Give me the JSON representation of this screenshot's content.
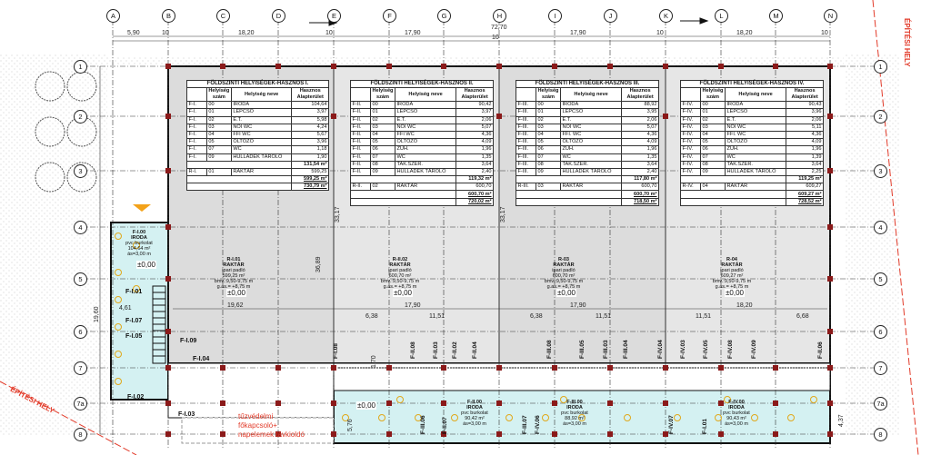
{
  "grid": {
    "columns": [
      "A",
      "B",
      "C",
      "D",
      "E",
      "F",
      "G",
      "H",
      "I",
      "J",
      "K",
      "L",
      "M",
      "N"
    ],
    "rows": [
      "1",
      "2",
      "3",
      "4",
      "5",
      "6",
      "7",
      "7a",
      "8"
    ]
  },
  "dimensions": {
    "top": [
      "5,90",
      "10",
      "18,20",
      "10",
      "17,90",
      "72,70",
      "10",
      "17,90",
      "10",
      "18,20",
      "10"
    ],
    "inner": [
      "19,62",
      "6,38",
      "11,51",
      "17,90",
      "6,38",
      "11,51",
      "17,90",
      "11,51",
      "18,20",
      "6,68",
      "4,61",
      "33,17",
      "36,89",
      "33,17",
      "19,60",
      "1,70",
      "5,76",
      "4,37"
    ]
  },
  "tables": [
    {
      "title": "FÖLDSZINTI HELYISÉGEK-HASZNOS I.",
      "h_num": "Helyiség szám",
      "h_name": "Helyiség neve",
      "h_area": "Hasznos Alapterület",
      "rows": [
        [
          "F-I.",
          "00",
          "IRODA",
          "104,64"
        ],
        [
          "F-I.",
          "01",
          "LÉPCSŐ",
          "3,97"
        ],
        [
          "F-I.",
          "02",
          "E.T.",
          "5,98"
        ],
        [
          "F-I.",
          "03",
          "NŐI WC",
          "4,24"
        ],
        [
          "F-I.",
          "04",
          "FFI WC",
          "5,67"
        ],
        [
          "F-I.",
          "05",
          "ÖLTÖZŐ",
          "3,96"
        ],
        [
          "F-I.",
          "07",
          "WC",
          "1,18"
        ],
        [
          "F-I.",
          "09",
          "HULLADÉK TÁROLÓ",
          "1,90"
        ]
      ],
      "office_subtotal": "131,54 m²",
      "storage": [
        "R-I.",
        "01",
        "RAKTÁR",
        "599,25"
      ],
      "storage_subtotal": "599,25 m²",
      "total": "730,79 m²"
    },
    {
      "title": "FÖLDSZINTI HELYISÉGEK-HASZNOS II.",
      "h_num": "Helyiség szám",
      "h_name": "Helyiség neve",
      "h_area": "Hasznos Alapterület",
      "rows": [
        [
          "F-II.",
          "00",
          "IRODA",
          "90,42"
        ],
        [
          "F-II.",
          "01",
          "LÉPCSŐ",
          "3,97"
        ],
        [
          "F-II.",
          "02",
          "E.T.",
          "2,06"
        ],
        [
          "F-II.",
          "03",
          "NŐI WC",
          "5,07"
        ],
        [
          "F-II.",
          "04",
          "FFI WC",
          "4,36"
        ],
        [
          "F-II.",
          "05",
          "ÖLTÖZŐ",
          "4,09"
        ],
        [
          "F-II.",
          "06",
          "ZUH.",
          "1,96"
        ],
        [
          "F-II.",
          "07",
          "WC",
          "1,35"
        ],
        [
          "F-II.",
          "08",
          "TAK.SZER.",
          "3,64"
        ],
        [
          "F-II.",
          "09",
          "HULLADÉK TÁROLÓ",
          "2,40"
        ]
      ],
      "office_subtotal": "119,32 m²",
      "storage": [
        "R-II.",
        "02",
        "RAKTÁR",
        "600,70"
      ],
      "storage_subtotal": "600,70 m²",
      "total": "720,02 m²"
    },
    {
      "title": "FÖLDSZINTI HELYISÉGEK-HASZNOS III.",
      "h_num": "Helyiség szám",
      "h_name": "Helyiség neve",
      "h_area": "Hasznos Alapterület",
      "rows": [
        [
          "F-III.",
          "00",
          "IRODA",
          "88,92"
        ],
        [
          "F-III.",
          "01",
          "LÉPCSŐ",
          "3,95"
        ],
        [
          "F-III.",
          "02",
          "E.T.",
          "2,06"
        ],
        [
          "F-III.",
          "03",
          "NŐI WC",
          "5,07"
        ],
        [
          "F-III.",
          "04",
          "FFI. WC",
          "4,36"
        ],
        [
          "F-III.",
          "05",
          "ÖLTÖZŐ",
          "4,09"
        ],
        [
          "F-III.",
          "06",
          "ZUH.",
          "1,96"
        ],
        [
          "F-III.",
          "07",
          "WC",
          "1,35"
        ],
        [
          "F-III.",
          "08",
          "TAK.SZER.",
          "3,64"
        ],
        [
          "F-III.",
          "09",
          "HULLADÉK TÁROLÓ",
          "2,40"
        ]
      ],
      "office_subtotal": "117,80 m²",
      "storage": [
        "R-III.",
        "03",
        "RAKTÁR",
        "600,70"
      ],
      "storage_subtotal": "600,70 m²",
      "total": "718,50 m²"
    },
    {
      "title": "FÖLDSZINTI HELYISÉGEK-HASZNOS IV.",
      "h_num": "Helyiség szám",
      "h_name": "Helyiség neve",
      "h_area": "Hasznos Alapterület",
      "rows": [
        [
          "F-IV.",
          "00",
          "IRODA",
          "90,43"
        ],
        [
          "F-IV.",
          "01",
          "LÉPCSŐ",
          "3,96"
        ],
        [
          "F-IV.",
          "02",
          "E.T.",
          "2,06"
        ],
        [
          "F-IV.",
          "03",
          "NŐI WC",
          "5,11"
        ],
        [
          "F-IV.",
          "04",
          "FFI. WC",
          "4,36"
        ],
        [
          "F-IV.",
          "05",
          "ÖLTÖZŐ",
          "4,09"
        ],
        [
          "F-IV.",
          "06",
          "ZUH.",
          "1,96"
        ],
        [
          "F-IV.",
          "07",
          "WC",
          "1,39"
        ],
        [
          "F-IV.",
          "08",
          "TAK.SZER.",
          "3,64"
        ],
        [
          "F-IV.",
          "09",
          "HULLADÉK TÁROLÓ",
          "2,25"
        ]
      ],
      "office_subtotal": "119,25 m²",
      "storage": [
        "R-IV.",
        "04",
        "RAKTÁR",
        "609,27"
      ],
      "storage_subtotal": "609,27 m²",
      "total": "728,52 m²"
    }
  ],
  "storages": [
    {
      "code": "R-I.01",
      "name": "RAKTÁR",
      "floor": "ipari padló",
      "area": "599,25 m²",
      "height": "bmv.:9,50-9,75 m",
      "gas": "g.as.= +8,75 m",
      "level": "±0,00"
    },
    {
      "code": "R-II.02",
      "name": "RAKTÁR",
      "floor": "ipari padló",
      "area": "600,70 m²",
      "height": "bmv.:9,50-9,75 m",
      "gas": "g.as.= +8,75 m",
      "level": "±0,00"
    },
    {
      "code": "R-03",
      "name": "RAKTÁR",
      "floor": "ipari padló",
      "area": "600,70 m²",
      "height": "bmv.:9,50-9,75 m",
      "gas": "g.as.= +8,75 m",
      "level": "±0,00"
    },
    {
      "code": "R-04",
      "name": "RAKTÁR",
      "floor": "ipari padló",
      "area": "609,27 m²",
      "height": "bmv.:9,50-9,75 m",
      "gas": "g.as.= +8,75 m",
      "level": "±0,00"
    }
  ],
  "offices": [
    {
      "code": "F-I.00",
      "name": "IRODA",
      "floor": "pvc burkolat",
      "area": "104,64 m²",
      "height": "ás=3,00 m"
    },
    {
      "code": "F-II.00",
      "name": "IRODA",
      "floor": "pvc burkolat",
      "area": "90,42 m²",
      "height": "ás=3,00 m"
    },
    {
      "code": "F-III.00",
      "name": "IRODA",
      "floor": "pvc burkolat",
      "area": "88,92 m²",
      "height": "ás=3,00 m"
    },
    {
      "code": "F-IV.00",
      "name": "IRODA",
      "floor": "pvc burkolat",
      "area": "90,43 m²",
      "height": "ás=3,00 m"
    }
  ],
  "levels": {
    "office_i": "±0,00",
    "entrance": "±0,00"
  },
  "room_labels_left": [
    "F-I.01",
    "F-I.07",
    "F-I.05",
    "F-I.09",
    "F-I.04",
    "F-I.02",
    "F-I.03"
  ],
  "room_labels_vertical": [
    "F-I.08",
    "F-II.08",
    "F-II.03",
    "F-II.02",
    "F-II.04",
    "F-III.08",
    "F-III.05",
    "F-III.03",
    "F-III.04",
    "F-IV.04",
    "F-IV.03",
    "F-IV.05",
    "F-IV.08",
    "F-IV.09",
    "F-II.06",
    "F-II.07",
    "F-III.06",
    "F-III.07",
    "F-IV.06",
    "F-IV.07",
    "F-I.01"
  ],
  "notes": {
    "fire_switch": [
      "tűzvédelmi",
      "főkapcsoló+",
      "napelemek távkioldó"
    ],
    "building_line": "ÉPÍTÉSI HELY",
    "building_line_bottom": "ÉPÍTÉSI HELY"
  },
  "colors": {
    "office_fill": "#d4f1f2",
    "bay_fill": "#dcdcdc",
    "bay_fill_alt": "#e9e9e9",
    "furniture": "#e0a91c",
    "red": "#e23b2a",
    "column": "#8b1a1a"
  }
}
